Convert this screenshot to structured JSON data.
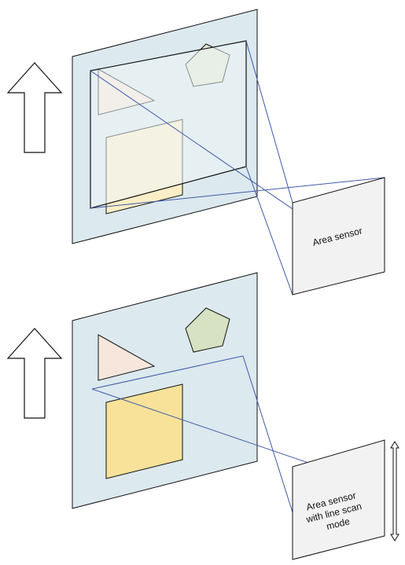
{
  "top_panel": {
    "sensor_label": "Area sensor",
    "colors": {
      "plane_fill": "#dce9ee",
      "overlay_fill": "#eef5f8",
      "triangle_fill": "#f6e6dc",
      "pentagon_fill": "#dfe6d2",
      "square_fill": "#fbeec7",
      "sensor_fill": "#f2f2f2",
      "ray_color": "#3f5aa8",
      "outline_color": "#111111"
    }
  },
  "bottom_panel": {
    "sensor_label_lines": [
      "Area sensor",
      "with line scan",
      "mode"
    ],
    "colors": {
      "plane_fill": "#dce9ee",
      "triangle_fill": "#f6e6dc",
      "pentagon_fill": "#d6e2c2",
      "square_fill": "#f8e29a",
      "sensor_fill": "#f2f2f2",
      "ray_color": "#3f5aa8",
      "outline_color": "#111111"
    }
  },
  "icons": [
    "up-arrow-icon",
    "up-arrow-icon",
    "double-arrow-icon"
  ]
}
